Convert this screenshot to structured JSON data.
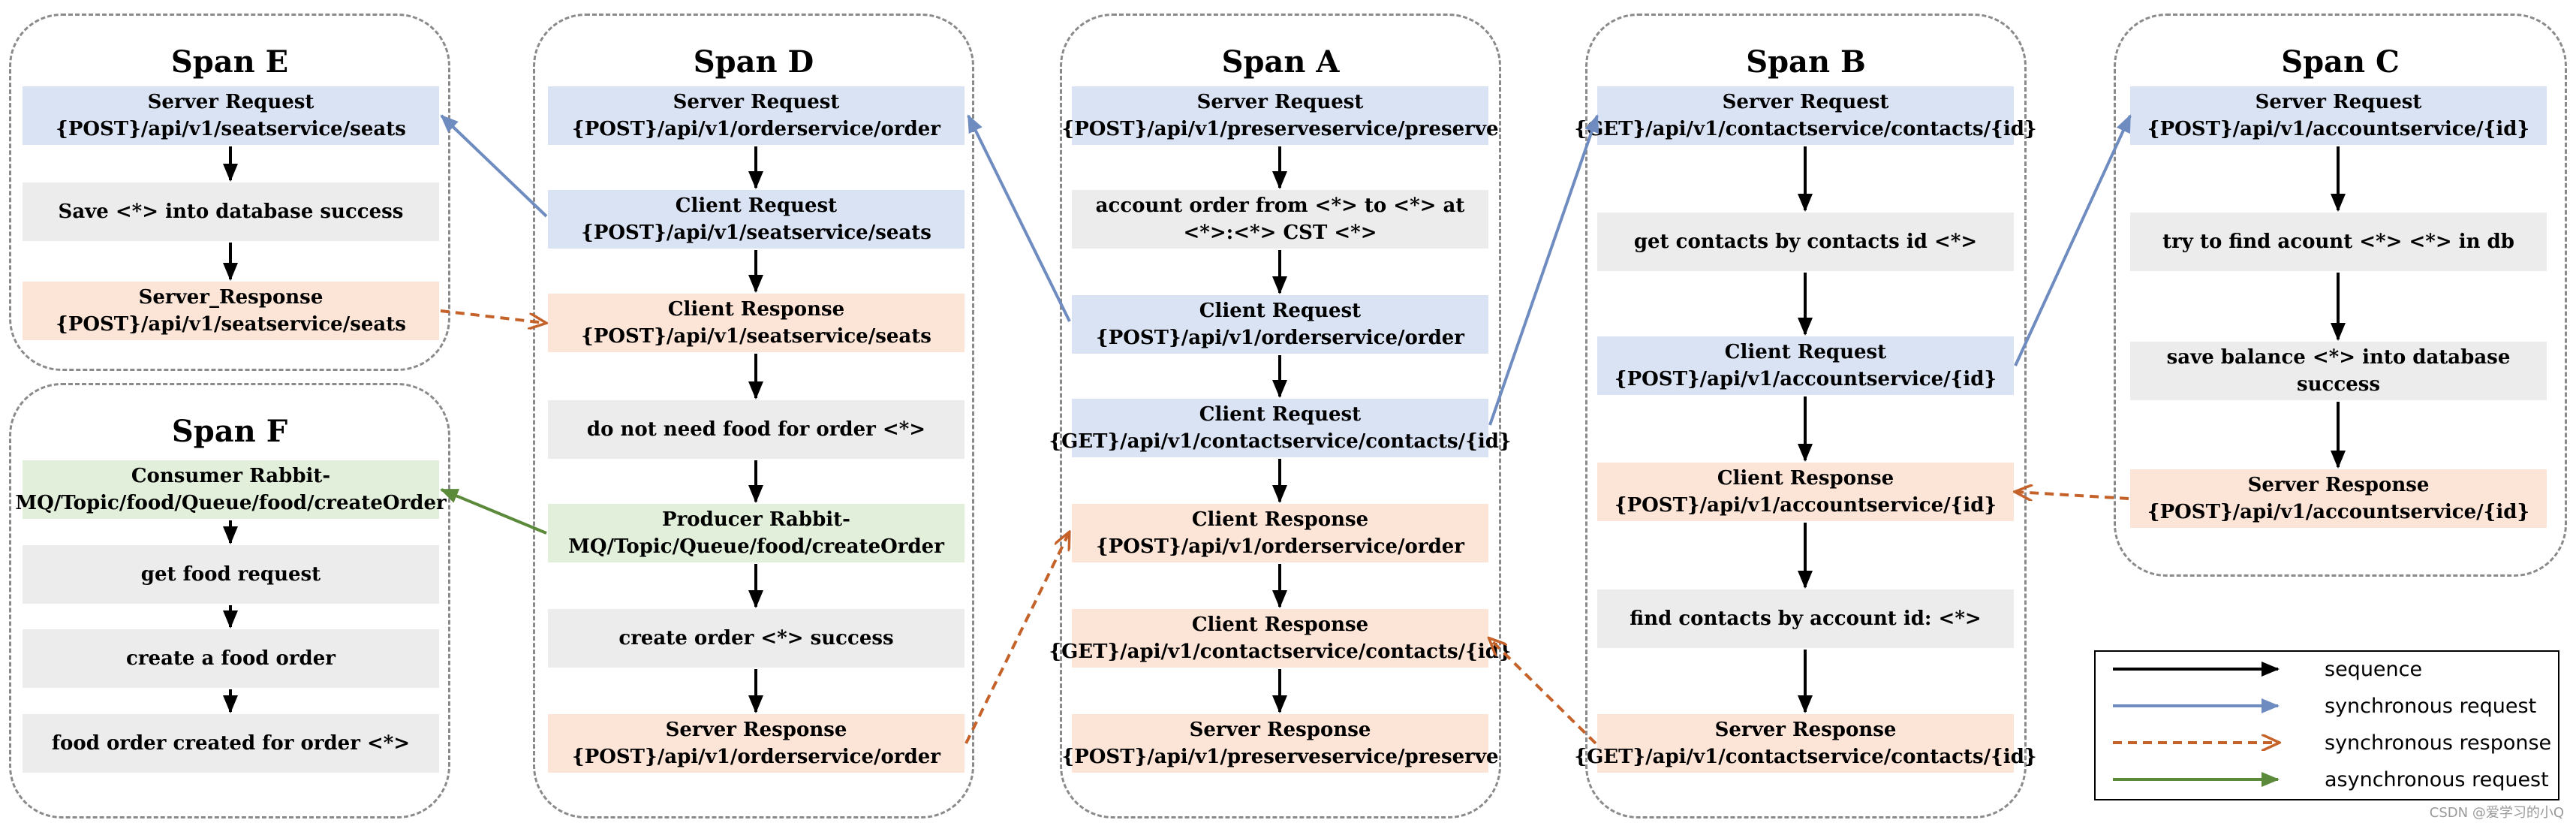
{
  "colors": {
    "sequence": "#000000",
    "synchronous_request": "#6f8cc0",
    "synchronous_response": "#c5622a",
    "asynchronous_request": "#5b8a3a",
    "blue_box": "#dae3f3",
    "orange_box": "#fce4d6",
    "gray_box": "#ececec",
    "green_box": "#e2efda"
  },
  "spans": {
    "e": {
      "title": "Span E",
      "boxes": [
        {
          "kind": "blue",
          "lines": [
            "Server Request",
            "{POST}/api/v1/seatservice/seats"
          ]
        },
        {
          "kind": "gray",
          "lines": [
            "Save <*> into database success"
          ]
        },
        {
          "kind": "orange",
          "lines": [
            "Server_Response",
            "{POST}/api/v1/seatservice/seats"
          ]
        }
      ]
    },
    "f": {
      "title": "Span F",
      "boxes": [
        {
          "kind": "green",
          "lines": [
            "Consumer Rabbit-",
            "MQ/Topic/food/Queue/food/createOrder"
          ]
        },
        {
          "kind": "gray",
          "lines": [
            "get food request"
          ]
        },
        {
          "kind": "gray",
          "lines": [
            "create a food order"
          ]
        },
        {
          "kind": "gray",
          "lines": [
            "food order created for order <*>"
          ]
        }
      ]
    },
    "d": {
      "title": "Span D",
      "boxes": [
        {
          "kind": "blue",
          "lines": [
            "Server Request",
            "{POST}/api/v1/orderservice/order"
          ]
        },
        {
          "kind": "blue",
          "lines": [
            "Client Request",
            "{POST}/api/v1/seatservice/seats"
          ]
        },
        {
          "kind": "orange",
          "lines": [
            "Client Response",
            "{POST}/api/v1/seatservice/seats"
          ]
        },
        {
          "kind": "gray",
          "lines": [
            "do not need food for order <*>"
          ]
        },
        {
          "kind": "green",
          "lines": [
            "Producer Rabbit-",
            "MQ/Topic/Queue/food/createOrder"
          ]
        },
        {
          "kind": "gray",
          "lines": [
            "create order <*> success"
          ]
        },
        {
          "kind": "orange",
          "lines": [
            "Server Response",
            "{POST}/api/v1/orderservice/order"
          ]
        }
      ]
    },
    "a": {
      "title": "Span A",
      "boxes": [
        {
          "kind": "blue",
          "lines": [
            "Server Request",
            "{POST}/api/v1/preserveservice/preserve"
          ]
        },
        {
          "kind": "gray",
          "lines": [
            "account order from <*> to <*> at",
            "<*>:<*> CST <*>"
          ]
        },
        {
          "kind": "blue",
          "lines": [
            "Client Request",
            "{POST}/api/v1/orderservice/order"
          ]
        },
        {
          "kind": "blue",
          "lines": [
            "Client Request",
            "{GET}/api/v1/contactservice/contacts/{id}"
          ]
        },
        {
          "kind": "orange",
          "lines": [
            "Client Response",
            "{POST}/api/v1/orderservice/order"
          ]
        },
        {
          "kind": "orange",
          "lines": [
            "Client Response",
            "{GET}/api/v1/contactservice/contacts/{id}"
          ]
        },
        {
          "kind": "orange",
          "lines": [
            "Server Response",
            "{POST}/api/v1/preserveservice/preserve"
          ]
        }
      ]
    },
    "b": {
      "title": "Span B",
      "boxes": [
        {
          "kind": "blue",
          "lines": [
            "Server Request",
            "{GET}/api/v1/contactservice/contacts/{id}"
          ]
        },
        {
          "kind": "gray",
          "lines": [
            "get contacts by contacts id <*>"
          ]
        },
        {
          "kind": "blue",
          "lines": [
            "Client Request",
            "{POST}/api/v1/accountservice/{id}"
          ]
        },
        {
          "kind": "orange",
          "lines": [
            "Client Response",
            "{POST}/api/v1/accountservice/{id}"
          ]
        },
        {
          "kind": "gray",
          "lines": [
            "find contacts by account id: <*>"
          ]
        },
        {
          "kind": "orange",
          "lines": [
            "Server Response",
            "{GET}/api/v1/contactservice/contacts/{id}"
          ]
        }
      ]
    },
    "c": {
      "title": "Span C",
      "boxes": [
        {
          "kind": "blue",
          "lines": [
            "Server Request",
            "{POST}/api/v1/accountservice/{id}"
          ]
        },
        {
          "kind": "gray",
          "lines": [
            "try to find acount <*> <*> in db"
          ]
        },
        {
          "kind": "gray",
          "lines": [
            "save balance <*> into database success"
          ]
        },
        {
          "kind": "orange",
          "lines": [
            "Server Response",
            "{POST}/api/v1/accountservice/{id}"
          ]
        }
      ]
    }
  },
  "legend": {
    "sequence": "sequence",
    "synchronous_request": "synchronous request",
    "synchronous_response": "synchronous response",
    "asynchronous_request": "asynchronous request"
  },
  "watermark": "CSDN @爱学习的小Q"
}
